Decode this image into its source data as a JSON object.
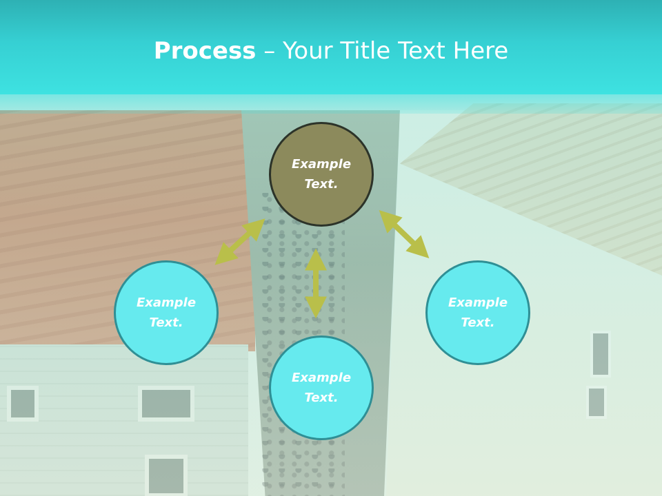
{
  "header": {
    "title_bold": "Process",
    "title_rest": " – Your Title Text Here"
  },
  "diagram": {
    "center": {
      "label": "Example\nText."
    },
    "left": {
      "label": "Example\nText."
    },
    "right": {
      "label": "Example\nText."
    },
    "bottom": {
      "label": "Example\nText."
    }
  },
  "colors": {
    "header": "#36d0d3",
    "center_fill": "#8c8a5c",
    "outer_fill": "#66eaee",
    "outer_border": "#2f8f95",
    "arrow": "#b9bf4a"
  }
}
